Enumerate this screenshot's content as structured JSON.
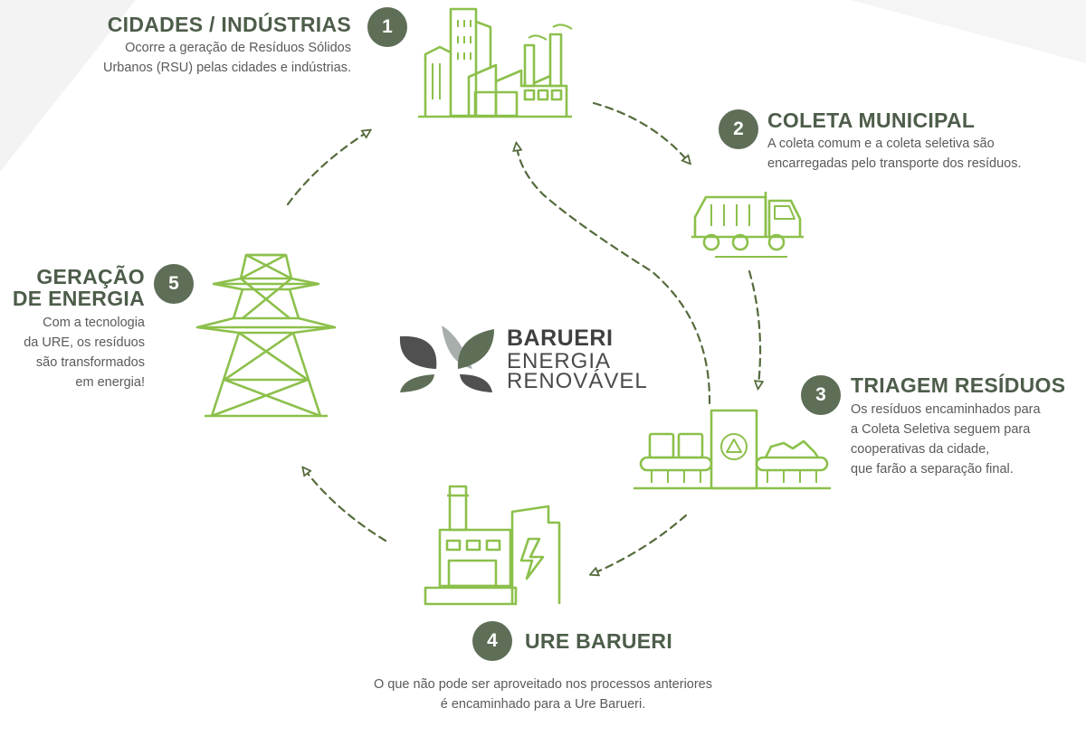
{
  "colors": {
    "accent_green": "#8cc04b",
    "dark_green": "#5e6e57",
    "arrow_green": "#556b3c",
    "title": "#4d5d4a",
    "text": "#5a5a5a"
  },
  "steps": [
    {
      "number": "1",
      "title": "CIDADES / INDÚSTRIAS",
      "description": [
        "Ocorre a geração de Resíduos Sólidos",
        "Urbanos (RSU) pelas cidades e indústrias."
      ],
      "icon": "city-factory-icon"
    },
    {
      "number": "2",
      "title": "COLETA MUNICIPAL",
      "description": [
        "A coleta comum e a coleta seletiva são",
        "encarregadas pelo transporte dos resíduos."
      ],
      "icon": "garbage-truck-icon"
    },
    {
      "number": "3",
      "title": "TRIAGEM RESÍDUOS",
      "description": [
        "Os resíduos encaminhados para",
        "a Coleta Seletiva seguem para",
        "cooperativas da cidade,",
        "que farão a separação final."
      ],
      "icon": "sorting-facility-icon"
    },
    {
      "number": "4",
      "title": "URE BARUERI",
      "description": [
        "O que não pode ser aproveitado nos processos anteriores",
        "é encaminhado para a Ure Barueri."
      ],
      "icon": "power-plant-icon"
    },
    {
      "number": "5",
      "title": [
        "GERAÇÃO",
        "DE ENERGIA"
      ],
      "description": [
        "Com a tecnologia",
        "da URE, os resíduos",
        "são transformados",
        "em energia!"
      ],
      "icon": "transmission-tower-icon"
    }
  ],
  "brand": {
    "line1": "BARUERI",
    "line2": "ENERGIA",
    "line3": "RENOVÁVEL",
    "icon": "leaf-logo-icon"
  }
}
